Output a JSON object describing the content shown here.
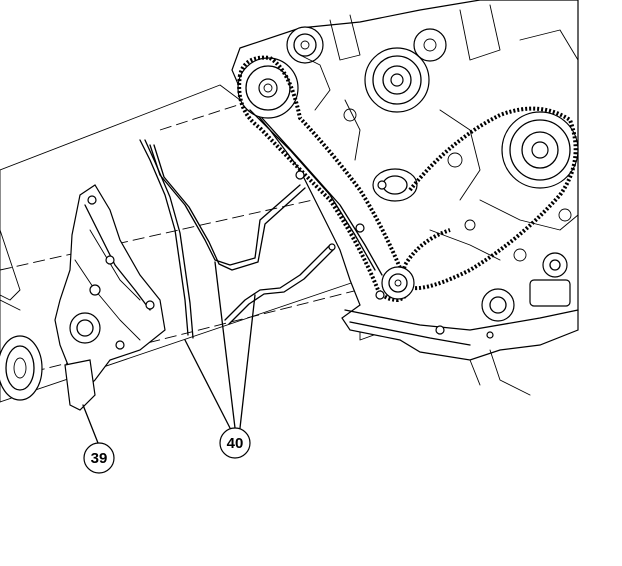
{
  "callouts": [
    {
      "id": "39",
      "label": "39"
    },
    {
      "id": "40",
      "label": "40"
    }
  ]
}
